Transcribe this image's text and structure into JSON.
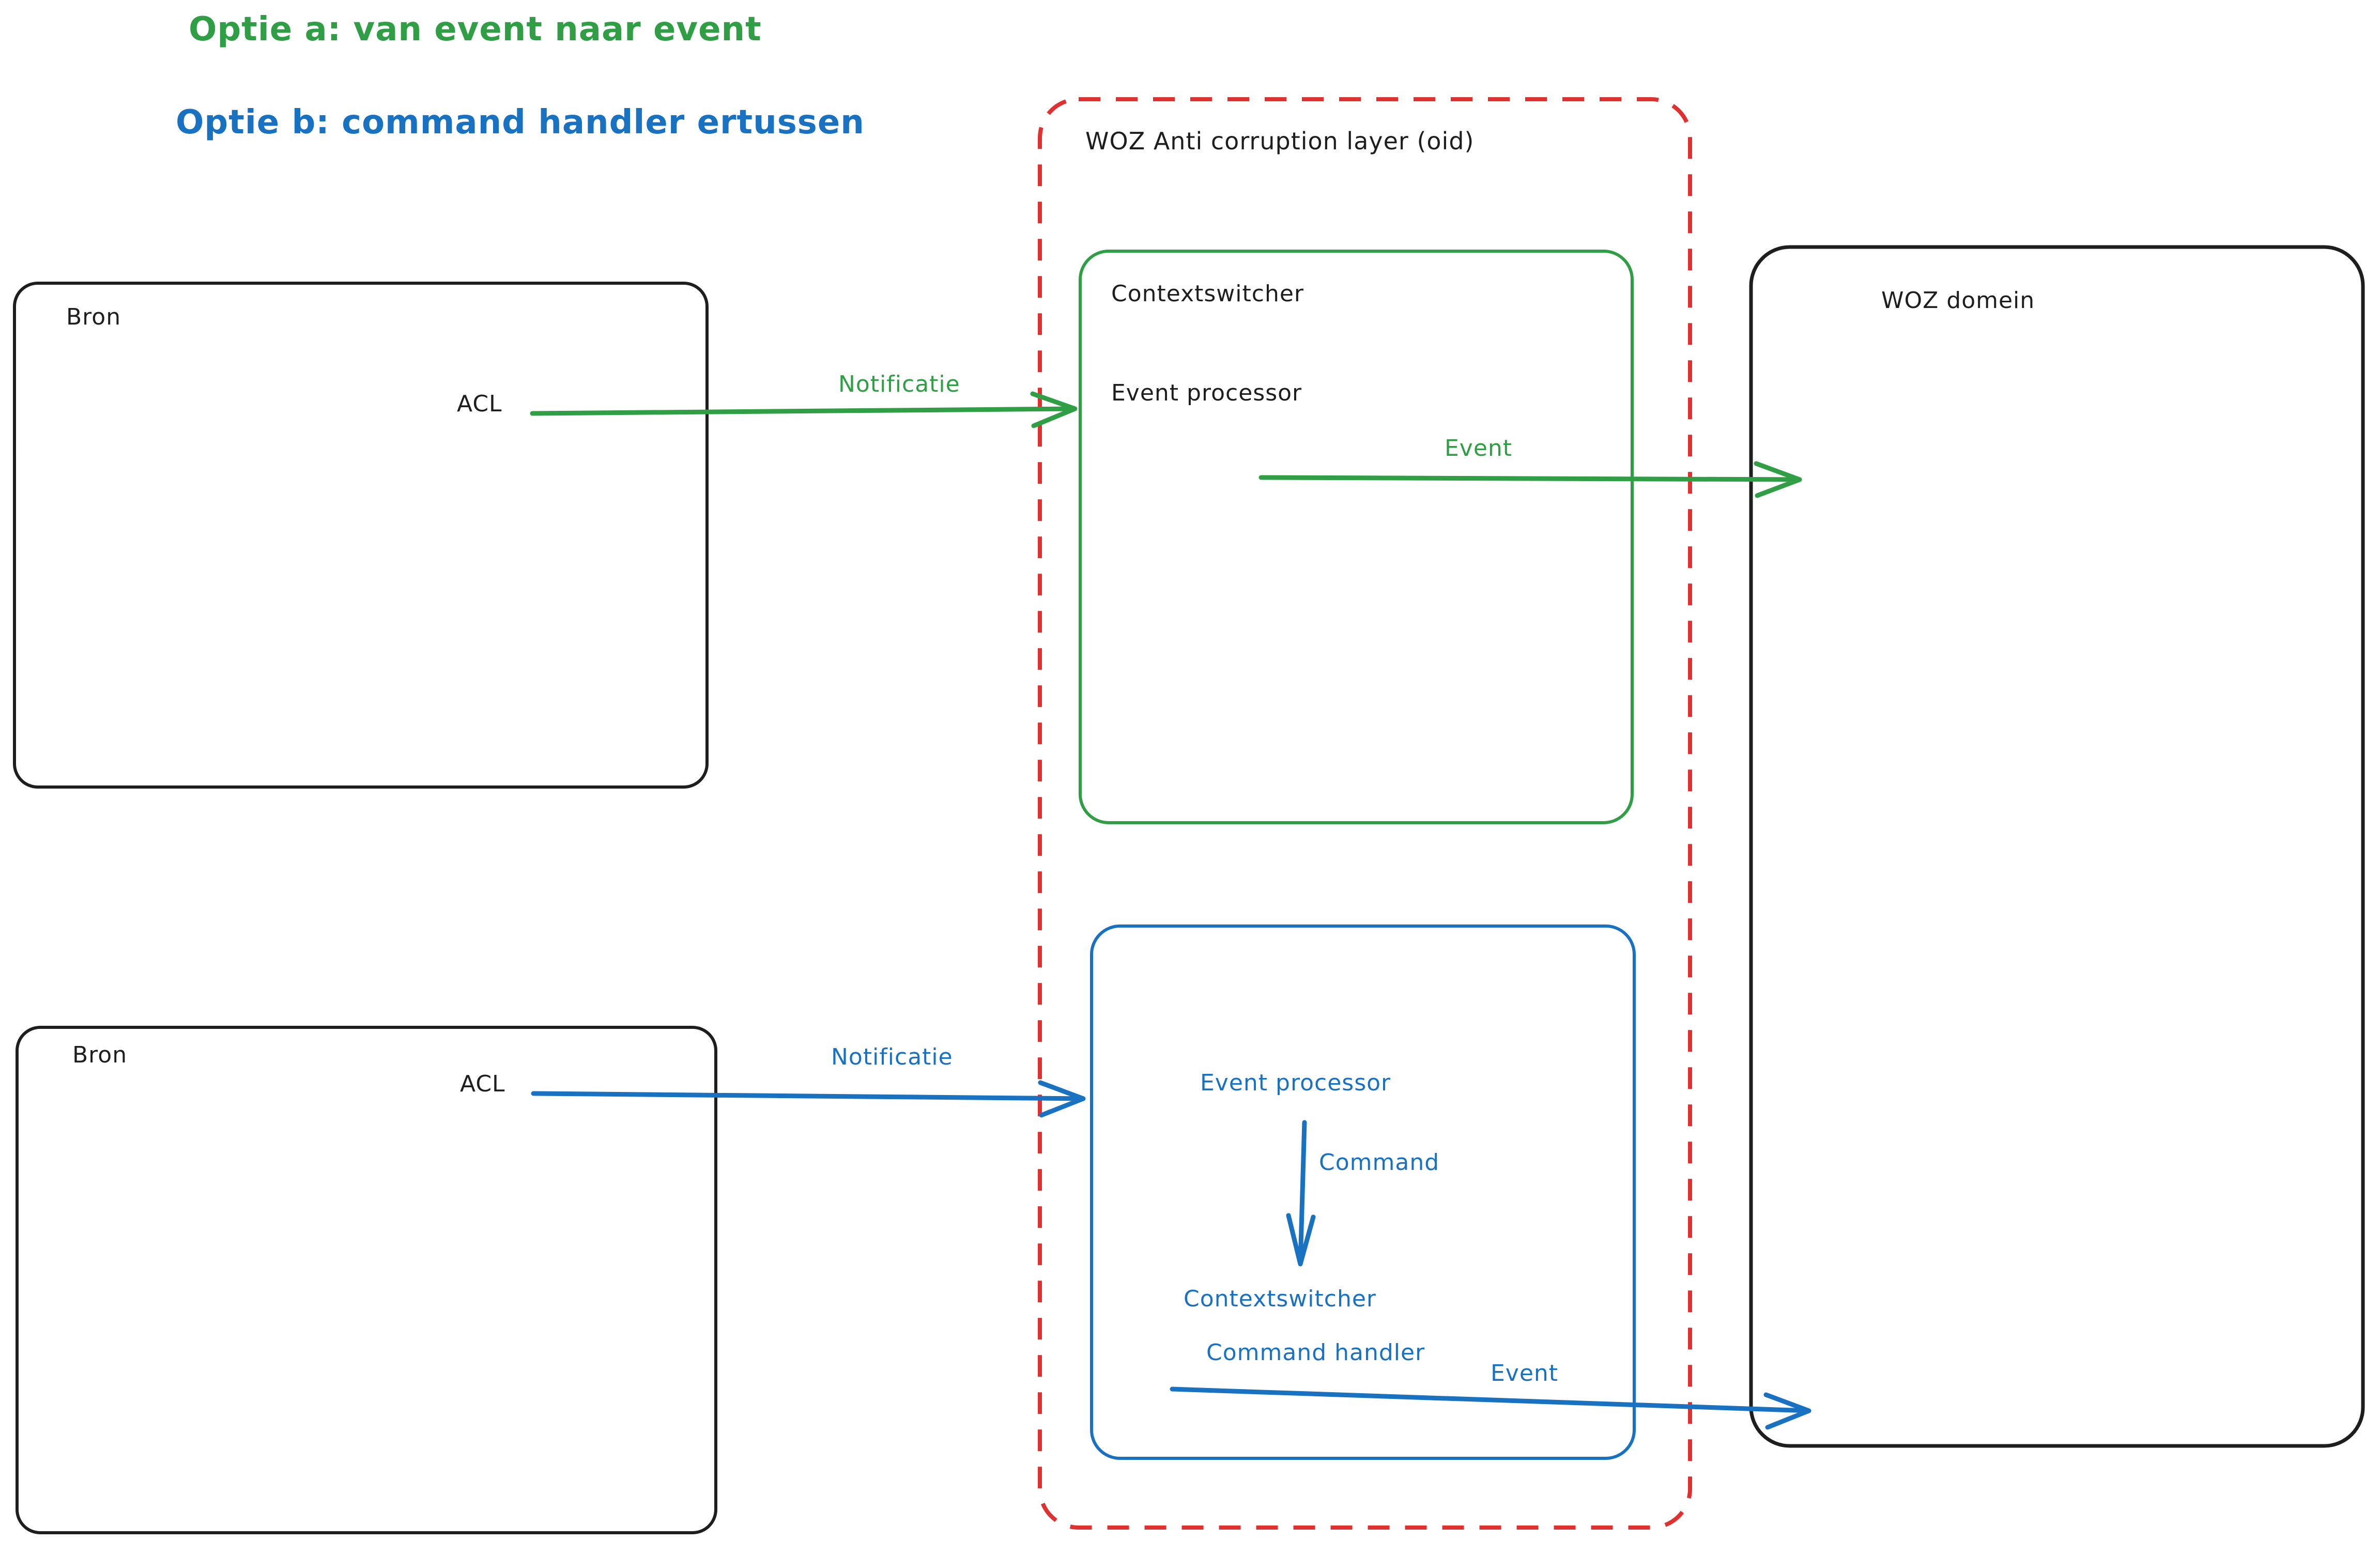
{
  "palette": {
    "background": "#ffffff",
    "black": "#1e1e1e",
    "green": "#2f9e44",
    "blue": "#1971c2",
    "red": "#e03131"
  },
  "titles": {
    "option_a": "Optie a: van event naar event",
    "option_b": "Optie b: command handler ertussen"
  },
  "acl_layer": {
    "label": "WOZ Anti corruption layer (oid)"
  },
  "woz_domain": {
    "label": "WOZ domein"
  },
  "option_a": {
    "source": {
      "title": "Bron",
      "acl": "ACL"
    },
    "arrows": {
      "notificatie": "Notificatie",
      "event": "Event"
    },
    "switcher": {
      "title": "Contextswitcher",
      "processor": "Event processor"
    }
  },
  "option_b": {
    "source": {
      "title": "Bron",
      "acl": "ACL"
    },
    "arrows": {
      "notificatie": "Notificatie",
      "command": "Command",
      "event": "Event"
    },
    "switcher": {
      "processor": "Event processor",
      "title": "Contextswitcher",
      "handler": "Command handler"
    }
  }
}
